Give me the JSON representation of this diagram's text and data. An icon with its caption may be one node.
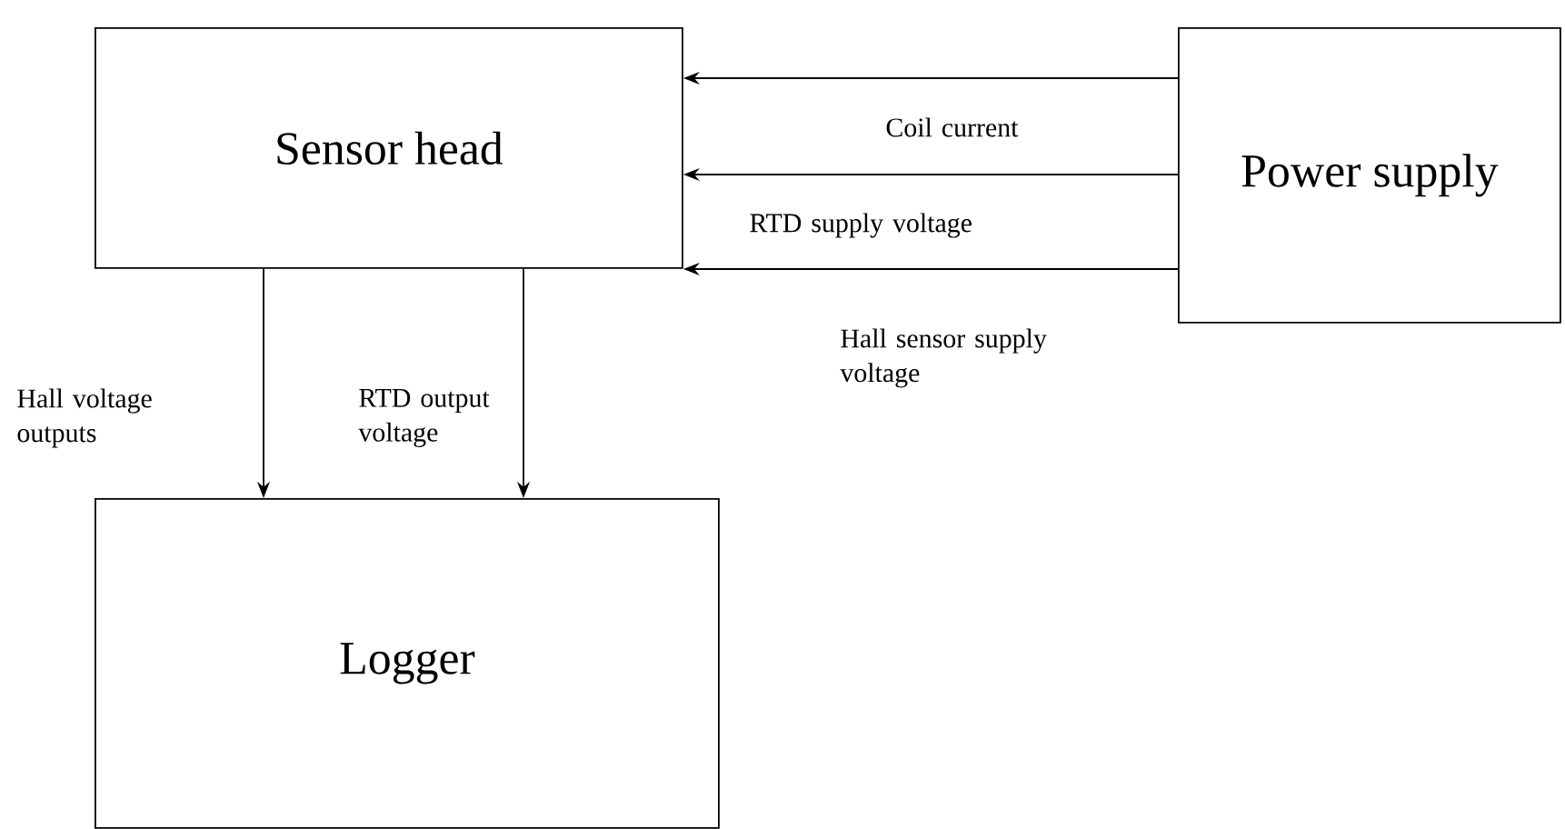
{
  "diagram": {
    "nodes": [
      {
        "text": [
          "Sensor head"
        ]
      },
      {
        "text": [
          "Power supply"
        ]
      },
      {
        "text": [
          "Logger"
        ]
      }
    ],
    "edges": [
      {
        "from": 1,
        "to": 0,
        "arrow": "to",
        "label": "Coil current"
      },
      {
        "from": 1,
        "to": 0,
        "arrow": "to",
        "label": "RTD  supply voltage"
      },
      {
        "from": 1,
        "to": 0,
        "arrow": "to",
        "label": "Hall sensor supply voltage"
      },
      {
        "from": 0,
        "to": 2,
        "arrow": "to",
        "label": "Hall voltage outputs"
      },
      {
        "from": 0,
        "to": 2,
        "arrow": "to",
        "label": "RTD output voltage"
      }
    ]
  }
}
